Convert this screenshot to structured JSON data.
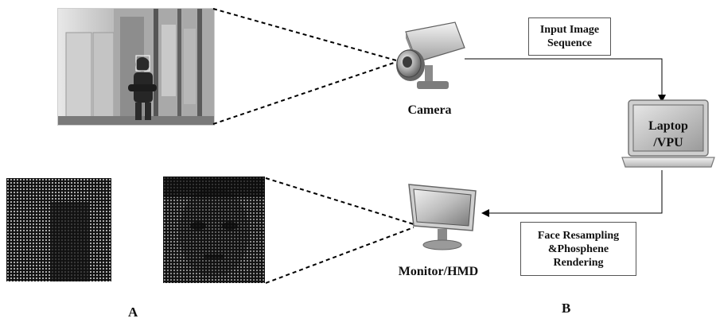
{
  "labels": {
    "input_image_line1": "Input Image",
    "input_image_line2": "Sequence",
    "camera": "Camera",
    "laptop_line1": "Laptop",
    "laptop_line2": "/VPU",
    "face_resampling_line1": "Face Resampling",
    "face_resampling_line2": "&Phosphene",
    "face_resampling_line3": "Rendering",
    "monitor": "Monitor/HMD",
    "panel_a": "A",
    "panel_b": "B"
  },
  "icons": {
    "camera": "camera-icon",
    "laptop": "laptop-icon",
    "monitor": "monitor-icon"
  },
  "colors": {
    "line": "#000000",
    "box_border": "#555555",
    "phosphene": "#d0d0d0"
  }
}
